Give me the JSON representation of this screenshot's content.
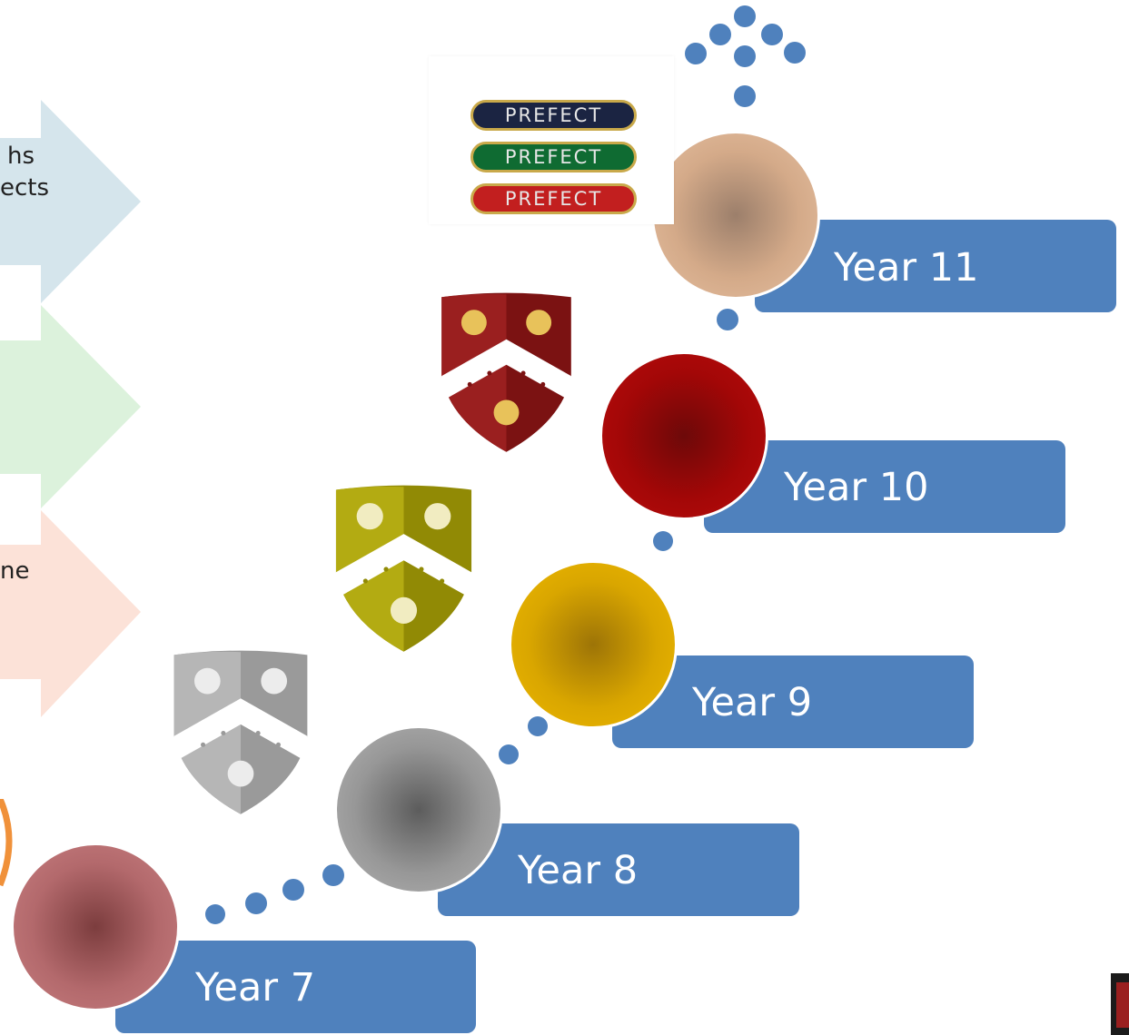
{
  "years": [
    {
      "label": "Year 7",
      "circle_color": "#c0767a"
    },
    {
      "label": "Year 8",
      "circle_color": "#a8a8a8"
    },
    {
      "label": "Year 9",
      "circle_color": "#e9b500"
    },
    {
      "label": "Year 10",
      "circle_color": "#b10808"
    },
    {
      "label": "Year 11",
      "circle_color": "#e2b898"
    }
  ],
  "badges": [
    {
      "label": "PREFECT",
      "color": "#1b2442"
    },
    {
      "label": "PREFECT",
      "color": "#0f6b32"
    },
    {
      "label": "PREFECT",
      "color": "#c21f1f"
    }
  ],
  "arrows": [
    {
      "lines": [
        "hs",
        "ects"
      ],
      "color": "#d5e5ec"
    },
    {
      "lines": [],
      "color": "#dcf2dc"
    },
    {
      "lines": [
        "ne"
      ],
      "color": "#fce2d8"
    }
  ],
  "shields": [
    {
      "name": "crest-maroon",
      "color": "#8c1a1a"
    },
    {
      "name": "crest-olive",
      "color": "#a9a10c"
    },
    {
      "name": "crest-grey",
      "color": "#a7a7a7"
    }
  ],
  "dot_color": "#4f81bd",
  "box_color": "#4f81bd"
}
